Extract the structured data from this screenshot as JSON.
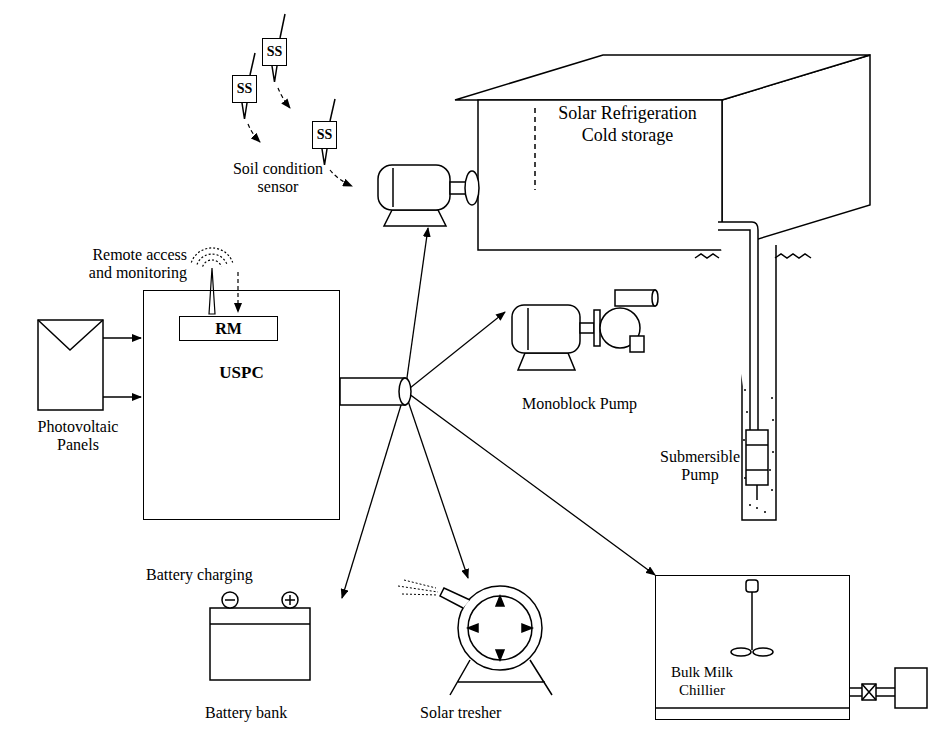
{
  "diagram": {
    "nodes": [
      {
        "text": [
          "SS"
        ]
      },
      {
        "text": [
          "SS"
        ]
      },
      {
        "text": [
          "SS"
        ]
      },
      {
        "text": [
          "Solar Refrigeration Cold storage"
        ]
      },
      {
        "text": [
          "USPC"
        ]
      },
      {
        "text": [
          "RM"
        ],
        "in": 4
      },
      {
        "text": [
          "Bulk Milk Chillier"
        ]
      }
    ],
    "edges": [
      {
        "from": 4,
        "to": 6,
        "arrow": "to"
      }
    ],
    "labels": [
      "Soil condition sensor",
      "Remote access and monitoring",
      "Photovoltaic Panels",
      "Monoblock Pump",
      "Submersible Pump",
      "Battery charging",
      "Battery bank",
      "Solar tresher"
    ]
  }
}
